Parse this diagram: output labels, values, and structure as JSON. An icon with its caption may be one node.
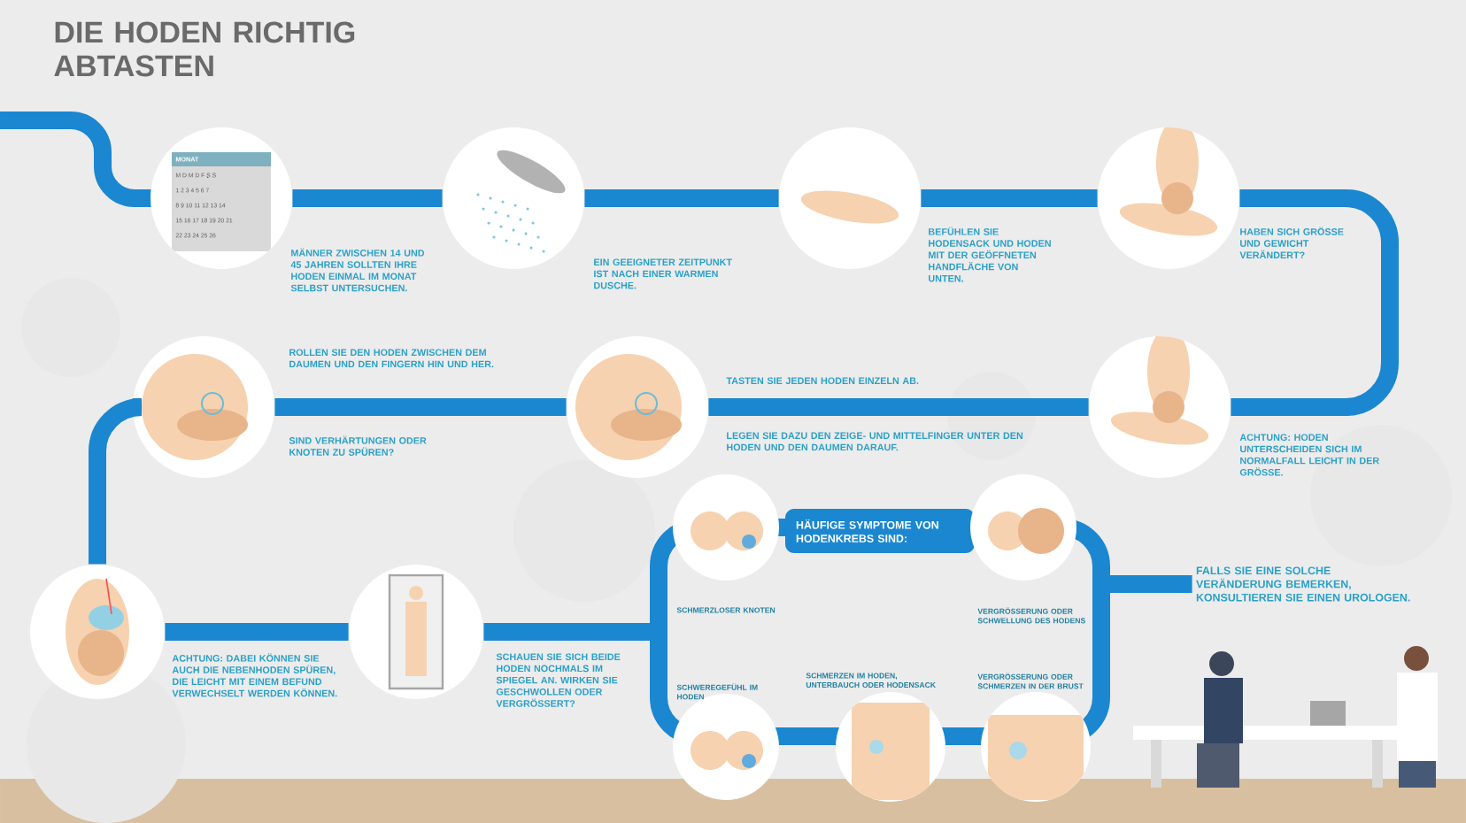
{
  "diagram": {
    "title": "DIE HODEN RICHTIG ABTASTEN",
    "nodes": [
      {
        "text": [],
        "shape": "picture",
        "beside": [
          "MÄNNER ZWISCHEN 14 UND 45 JAHREN SOLLTEN IHRE HODEN EINMAL IM MONAT SELBST UNTERSUCHEN."
        ]
      },
      {
        "text": [],
        "shape": "picture",
        "beside": [
          "EIN GEEIGNETER ZEITPUNKT IST NACH EINER WARMEN DUSCHE."
        ]
      },
      {
        "text": [],
        "shape": "picture",
        "beside": [
          "BEFÜHLEN SIE HODENSACK UND HODEN MIT DER GEÖFFNETEN HANDFLÄCHE VON UNTEN."
        ]
      },
      {
        "text": [],
        "shape": "picture",
        "beside": [
          "HABEN SICH GRÖSSE UND GEWICHT VERÄNDERT?"
        ]
      },
      {
        "text": [],
        "shape": "picture",
        "beside": [
          "ACHTUNG: HODEN UNTERSCHEIDEN SICH IM NORMALFALL LEICHT IN DER GRÖSSE."
        ]
      },
      {
        "text": [],
        "shape": "picture",
        "beside": [
          "TASTEN SIE JEDEN HODEN EINZELN AB.",
          "LEGEN SIE DAZU DEN ZEIGE- UND MITTELFINGER UNTER DEN HODEN UND DEN DAUMEN DARAUF."
        ]
      },
      {
        "text": [],
        "shape": "picture",
        "beside": [
          "ROLLEN SIE DEN HODEN ZWISCHEN DEM DAUMEN UND DEN FINGERN HIN UND HER.",
          "SIND VERHÄRTUNGEN ODER KNOTEN ZU SPÜREN?"
        ]
      },
      {
        "text": [],
        "shape": "picture",
        "beside": [
          "ACHTUNG: DABEI KÖNNEN SIE AUCH DIE NEBENHODEN SPÜREN, DIE LEICHT MIT EINEM BEFUND VERWECHSELT WERDEN KÖNNEN."
        ]
      },
      {
        "text": [],
        "shape": "picture",
        "beside": [
          "SCHAUEN SIE SICH BEIDE HODEN NOCHMALS IM SPIEGEL AN. WIRKEN SIE GESCHWOLLEN ODER VERGRÖSSERT?"
        ]
      },
      {
        "text": [],
        "shape": "box"
      },
      {
        "text": [
          "HÄUFIGE SYMPTOME VON HODENKREBS SIND:"
        ]
      },
      {
        "text": [],
        "shape": "picture"
      },
      {
        "text": [],
        "shape": "picture"
      },
      {
        "text": [],
        "shape": "picture"
      },
      {
        "text": [],
        "shape": "picture"
      },
      {
        "text": [],
        "shape": "picture"
      },
      {
        "text": [
          "FALLS SIE EINE SOLCHE VERÄNDERUNG BEMERKEN, KONSULTIEREN SIE EINEN UROLOGEN."
        ]
      }
    ],
    "edges": [
      {
        "from": 0,
        "to": 1,
        "arrow": "none"
      },
      {
        "from": 1,
        "to": 2,
        "arrow": "none"
      },
      {
        "from": 2,
        "to": 3,
        "arrow": "none"
      },
      {
        "from": 3,
        "to": 4,
        "arrow": "none"
      },
      {
        "from": 4,
        "to": 5,
        "arrow": "none"
      },
      {
        "from": 5,
        "to": 6,
        "arrow": "none"
      },
      {
        "from": 6,
        "to": 7,
        "arrow": "none"
      },
      {
        "from": 7,
        "to": 8,
        "arrow": "none"
      },
      {
        "from": 8,
        "to": 9,
        "arrow": "none"
      },
      {
        "from": 9,
        "to": 16,
        "arrow": "none"
      }
    ],
    "labels": [
      "MONAT",
      "M D M D F S S",
      "1 2 3 4 5 6 7",
      "8 9 10 11 12 13 14",
      "15 16 17 18 19 20 21",
      "22 23 24 25 26",
      "SCHMERZLOSER KNOTEN",
      "VERGRÖSSERUNG ODER SCHWELLUNG DES HODENS",
      "SCHWEREGEFÜHL IM HODEN",
      "SCHMERZEN IM HODEN, UNTERBAUCH ODER HODENSACK",
      "VERGRÖSSERUNG ODER SCHMERZEN IN DER BRUST"
    ]
  }
}
